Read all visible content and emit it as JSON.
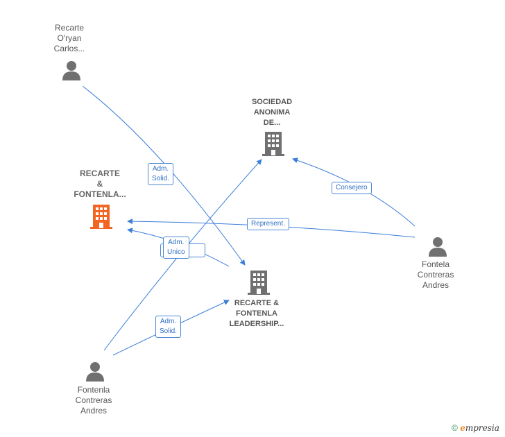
{
  "nodes": {
    "person_top": {
      "lines": [
        "Recarte",
        "O'ryan",
        "Carlos..."
      ]
    },
    "company_main": {
      "lines": [
        "RECARTE",
        "&",
        "FONTENLA..."
      ]
    },
    "company_sociedad": {
      "lines": [
        "SOCIEDAD",
        "ANONIMA",
        "DE..."
      ]
    },
    "company_leadership": {
      "lines": [
        "RECARTE &",
        "FONTENLA",
        "LEADERSHIP..."
      ]
    },
    "person_right": {
      "lines": [
        "Fontela",
        "Contreras",
        "Andres"
      ]
    },
    "person_bottom": {
      "lines": [
        "Fontenla",
        "Contreras",
        "Andres"
      ]
    }
  },
  "edges": {
    "adm_solid_top": [
      "Adm.",
      "Solid."
    ],
    "consejero": [
      "Consejero"
    ],
    "represent": [
      "Represent."
    ],
    "adm_unico": [
      "Adm.",
      "Unico"
    ],
    "adm_solid_bottom": [
      "Adm.",
      "Solid."
    ]
  },
  "colors": {
    "edge": "#3b7dd8",
    "person_icon": "#707070",
    "company_icon": "#707070",
    "main_company_icon": "#f26522"
  },
  "footer": {
    "copyright": "©",
    "brand_e": "e",
    "brand_rest": "mpresia"
  }
}
